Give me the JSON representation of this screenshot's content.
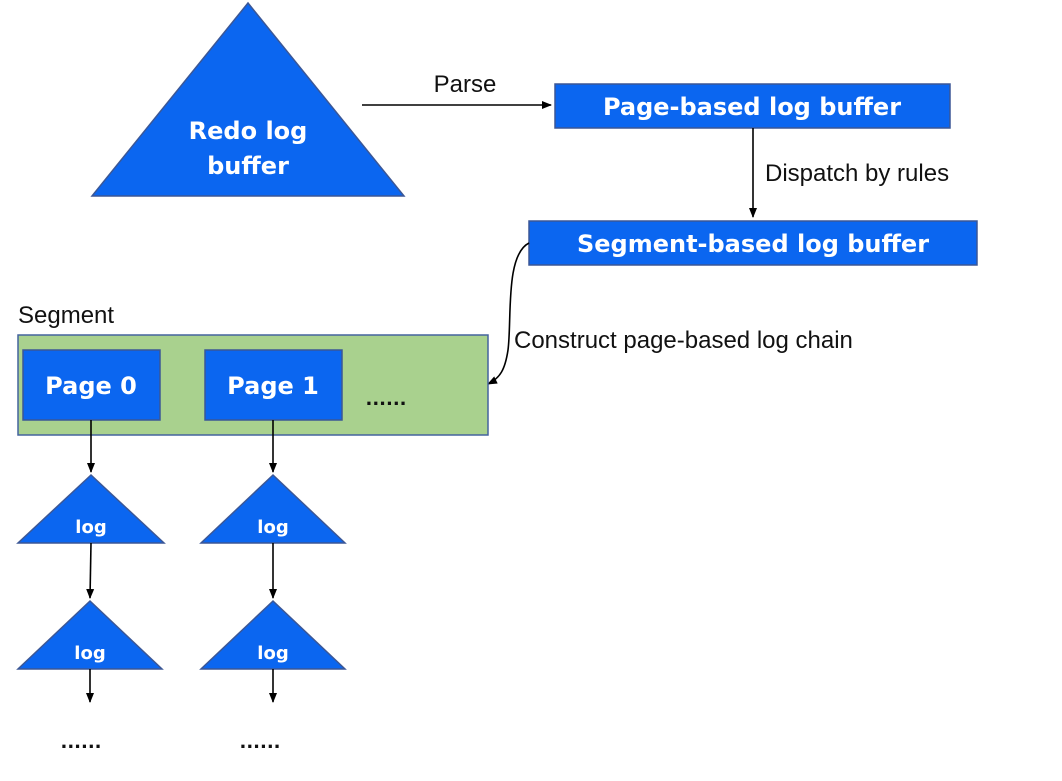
{
  "colors": {
    "node_fill": "#0b66f0",
    "node_stroke": "#3b5796",
    "segment_fill": "#a9d18e",
    "segment_stroke": "#44639e",
    "text_on_node": "#ffffff",
    "text": "#111111",
    "arrow": "#000000"
  },
  "redo_triangle": {
    "line1": "Redo log",
    "line2": "buffer"
  },
  "page_buffer": {
    "label": "Page-based log buffer"
  },
  "segment_buffer": {
    "label": "Segment-based log buffer"
  },
  "edges": {
    "parse": "Parse",
    "dispatch": "Dispatch by rules",
    "construct": "Construct page-based log chain"
  },
  "segment": {
    "title": "Segment",
    "pages": [
      "Page 0",
      "Page 1"
    ],
    "ellipsis": "......"
  },
  "chains": [
    {
      "logs": [
        "log",
        "log"
      ],
      "ellipsis": "......"
    },
    {
      "logs": [
        "log",
        "log"
      ],
      "ellipsis": "......"
    }
  ]
}
